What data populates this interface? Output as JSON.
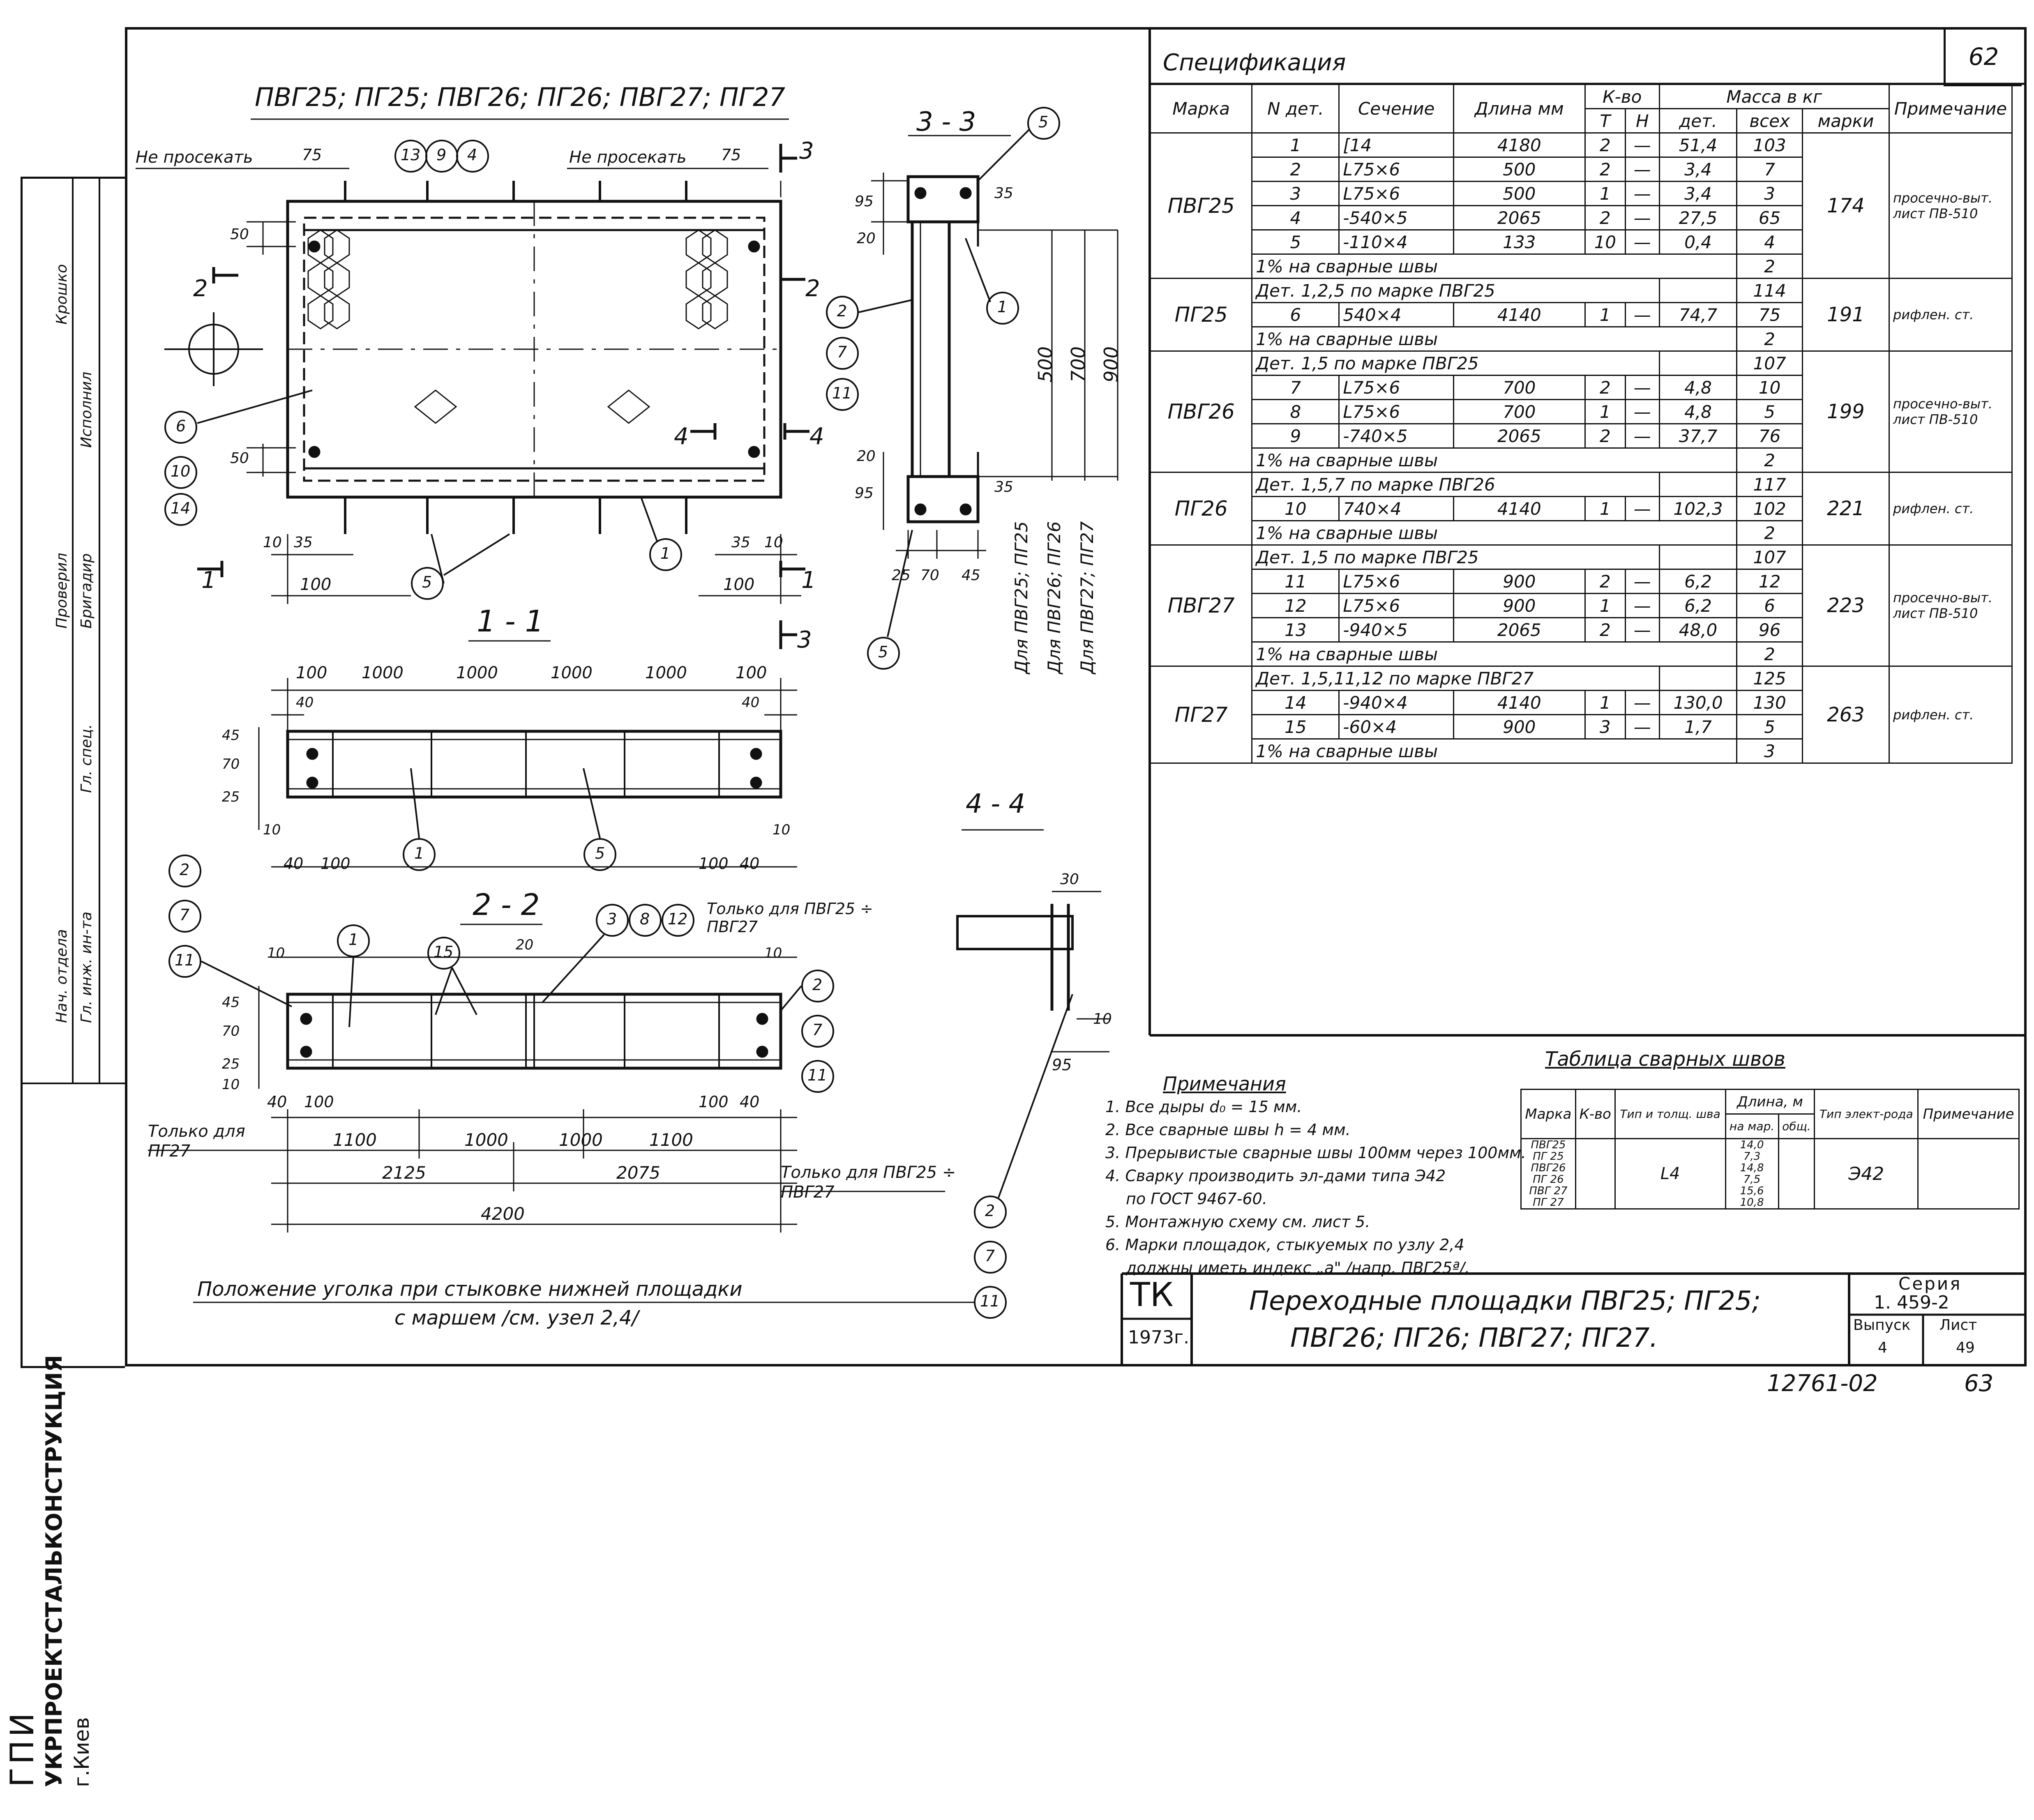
{
  "sheet": {
    "drawing_title": "ПВГ25; ПГ25; ПВГ26; ПГ26; ПВГ27; ПГ27",
    "page_num": "62",
    "footer_code": "12761-02",
    "footer_page": "63"
  },
  "plan_labels": {
    "no_cut_left": "Не просекать",
    "no_cut_right": "Не просекать",
    "dim_75_left": "75",
    "dim_75_right": "75",
    "dim_50_top": "50",
    "dim_50_bottom": "50",
    "dim_10_left": "10",
    "dim_35_left": "35",
    "dim_100_left": "100",
    "dim_35_right": "35",
    "dim_10_right": "10",
    "dim_100_right": "100",
    "callouts_top": [
      "13",
      "9",
      "4"
    ],
    "callouts_left": [
      "6",
      "10",
      "14"
    ],
    "callout_5": "5",
    "callout_1": "1",
    "cut_2": "2",
    "cut_1_left": "1",
    "cut_1_right": "1",
    "cut_3_top": "3",
    "cut_3_bottom": "3",
    "cut_4_left": "4",
    "cut_4_right": "4",
    "side_callouts": [
      "2",
      "7",
      "11"
    ]
  },
  "section_3_3": {
    "title": "3 - 3",
    "dims": [
      "95",
      "20",
      "35",
      "500",
      "700",
      "900",
      "20",
      "95",
      "35",
      "25",
      "70",
      "45"
    ],
    "callouts": [
      "5",
      "1",
      "5"
    ],
    "side_notes": [
      "Для ПВГ25; ПГ25",
      "Для ПВГ26; ПГ26",
      "Для ПВГ27; ПГ27"
    ]
  },
  "section_1_1": {
    "title": "1 - 1",
    "top_dims": [
      "100",
      "1000",
      "1000",
      "1000",
      "1000",
      "100"
    ],
    "left_dims": [
      "40",
      "45",
      "70",
      "25",
      "10"
    ],
    "right_dims": [
      "40",
      "10"
    ],
    "bottom_dims": [
      "40",
      "100",
      "100",
      "40"
    ],
    "callouts": [
      "1",
      "5"
    ]
  },
  "section_2_2": {
    "title": "2 - 2",
    "callouts": [
      "1",
      "15",
      "3",
      "8",
      "12"
    ],
    "left_callouts": [
      "2",
      "7",
      "11"
    ],
    "right_callouts": [
      "2",
      "7",
      "11"
    ],
    "note_top": "Только для ПВГ25 ÷ ПВГ27",
    "dims_top": [
      "10",
      "20",
      "10"
    ],
    "left_dims": [
      "45",
      "70",
      "25",
      "10",
      "40",
      "100"
    ],
    "right_dims": [
      "100",
      "40"
    ],
    "only_pg27": "Только для ПГ27",
    "only_pvg": "Только для ПВГ25 ÷ ПВГ27",
    "dims_lower": [
      "1100",
      "1000",
      "1000",
      "1100"
    ],
    "dims_mid": [
      "2125",
      "2075"
    ],
    "dim_total": "4200",
    "bottom_note_line1": "Положение уголка при стыковке нижней площадки",
    "bottom_note_line2": "с маршем /см. узел 2,4/",
    "bottom_callouts": [
      "2",
      "7",
      "11"
    ]
  },
  "section_4_4": {
    "title": "4 - 4",
    "dims": [
      "30",
      "10",
      "95"
    ]
  },
  "spec": {
    "title": "Спецификация",
    "headers": {
      "mark": "Марка",
      "no": "N дет.",
      "section": "Сечение",
      "length": "Длина мм",
      "qty": "К-во",
      "qty_t": "Т",
      "qty_n": "Н",
      "mass": "Масса в кг",
      "mass_det": "дет.",
      "mass_all": "всех",
      "mass_mark": "марки",
      "note": "Примечание"
    },
    "groups": [
      {
        "mark": "ПВГ25",
        "total": "174",
        "note": "просечно-выт. лист ПВ-510",
        "rows": [
          {
            "n": "1",
            "sec": "[14",
            "len": "4180",
            "t": "2",
            "h": "—",
            "det": "51,4",
            "all": "103"
          },
          {
            "n": "2",
            "sec": "L75×6",
            "len": "500",
            "t": "2",
            "h": "—",
            "det": "3,4",
            "all": "7"
          },
          {
            "n": "3",
            "sec": "L75×6",
            "len": "500",
            "t": "1",
            "h": "—",
            "det": "3,4",
            "all": "3"
          },
          {
            "n": "4",
            "sec": "-540×5",
            "len": "2065",
            "t": "2",
            "h": "—",
            "det": "27,5",
            "all": "65"
          },
          {
            "n": "5",
            "sec": "-110×4",
            "len": "133",
            "t": "10",
            "h": "—",
            "det": "0,4",
            "all": "4"
          }
        ],
        "weld": "1% на сварные швы",
        "weld_val": "2"
      },
      {
        "mark": "ПГ25",
        "total": "191",
        "note": "рифлен. ст.",
        "ref": "Дет. 1,2,5 по марке ПВГ25",
        "ref_val": "114",
        "rows": [
          {
            "n": "6",
            "sec": "540×4",
            "len": "4140",
            "t": "1",
            "h": "—",
            "det": "74,7",
            "all": "75"
          }
        ],
        "weld": "1% на сварные швы",
        "weld_val": "2"
      },
      {
        "mark": "ПВГ26",
        "total": "199",
        "note": "просечно-выт. лист ПВ-510",
        "ref": "Дет. 1,5 по марке ПВГ25",
        "ref_val": "107",
        "rows": [
          {
            "n": "7",
            "sec": "L75×6",
            "len": "700",
            "t": "2",
            "h": "—",
            "det": "4,8",
            "all": "10"
          },
          {
            "n": "8",
            "sec": "L75×6",
            "len": "700",
            "t": "1",
            "h": "—",
            "det": "4,8",
            "all": "5"
          },
          {
            "n": "9",
            "sec": "-740×5",
            "len": "2065",
            "t": "2",
            "h": "—",
            "det": "37,7",
            "all": "76"
          }
        ],
        "weld": "1% на сварные швы",
        "weld_val": "2"
      },
      {
        "mark": "ПГ26",
        "total": "221",
        "note": "рифлен. ст.",
        "ref": "Дет. 1,5,7 по марке ПВГ26",
        "ref_val": "117",
        "rows": [
          {
            "n": "10",
            "sec": "740×4",
            "len": "4140",
            "t": "1",
            "h": "—",
            "det": "102,3",
            "all": "102"
          }
        ],
        "weld": "1% на сварные швы",
        "weld_val": "2"
      },
      {
        "mark": "ПВГ27",
        "total": "223",
        "note": "просечно-выт. лист ПВ-510",
        "ref": "Дет. 1,5 по марке ПВГ25",
        "ref_val": "107",
        "rows": [
          {
            "n": "11",
            "sec": "L75×6",
            "len": "900",
            "t": "2",
            "h": "—",
            "det": "6,2",
            "all": "12"
          },
          {
            "n": "12",
            "sec": "L75×6",
            "len": "900",
            "t": "1",
            "h": "—",
            "det": "6,2",
            "all": "6"
          },
          {
            "n": "13",
            "sec": "-940×5",
            "len": "2065",
            "t": "2",
            "h": "—",
            "det": "48,0",
            "all": "96"
          }
        ],
        "weld": "1% на сварные швы",
        "weld_val": "2"
      },
      {
        "mark": "ПГ27",
        "total": "263",
        "note": "рифлен. ст.",
        "ref": "Дет. 1,5,11,12 по марке ПВГ27",
        "ref_val": "125",
        "rows": [
          {
            "n": "14",
            "sec": "-940×4",
            "len": "4140",
            "t": "1",
            "h": "—",
            "det": "130,0",
            "all": "130"
          },
          {
            "n": "15",
            "sec": "-60×4",
            "len": "900",
            "t": "3",
            "h": "—",
            "det": "1,7",
            "all": "5"
          }
        ],
        "weld": "1% на сварные швы",
        "weld_val": "3"
      }
    ]
  },
  "notes": {
    "title": "Примечания",
    "items": [
      "1. Все дыры d₀ = 15 мм.",
      "2. Все сварные швы h = 4 мм.",
      "3. Прерывистые сварные швы 100мм через 100мм.",
      "4. Сварку производить эл-дами типа Э42",
      "по ГОСТ 9467-60.",
      "5. Монтажную схему см. лист 5.",
      "6. Марки площадок, стыкуемых по узлу 2,4",
      "должны иметь индекс „а\" /напр. ПВГ25ª/."
    ]
  },
  "weld_table": {
    "title": "Таблица сварных швов",
    "headers": [
      "Марка",
      "К-во",
      "Тип и толщ. шва",
      "Длина, м",
      "на мар.",
      "общ.",
      "Тип элект-рода",
      "Примечание"
    ],
    "marks": [
      "ПВГ25",
      "ПГ 25",
      "ПВГ26",
      "ПГ 26",
      "ПВГ 27",
      "ПГ 27"
    ],
    "lengths": [
      "14,0",
      "7,3",
      "14,8",
      "7,5",
      "15,6",
      "10,8"
    ],
    "weld_type": "L4",
    "electrode": "Э42"
  },
  "title_block": {
    "tk": "ТК",
    "year": "1973г.",
    "name_line1": "Переходные площадки ПВГ25; ПГ25;",
    "name_line2": "ПВГ26; ПГ26; ПВГ27; ПГ27.",
    "series_label": "Серия",
    "series_val": "1. 459-2",
    "issue_label": "Выпуск",
    "issue_val": "4",
    "sheet_label": "Лист",
    "sheet_val": "49"
  },
  "side_stamp": {
    "org_line1": "ГПИ",
    "org_line2": "УКРПРОЕКТСТАЛЬКОНСТРУКЦИЯ",
    "org_line3": "г.Киев",
    "roles": [
      "Гл. инж. ин-та",
      "Нач. отдела",
      "Гл. спец.",
      "Бригадир",
      "Проверил",
      "Исполнил"
    ],
    "names": [
      "Крошко"
    ]
  }
}
